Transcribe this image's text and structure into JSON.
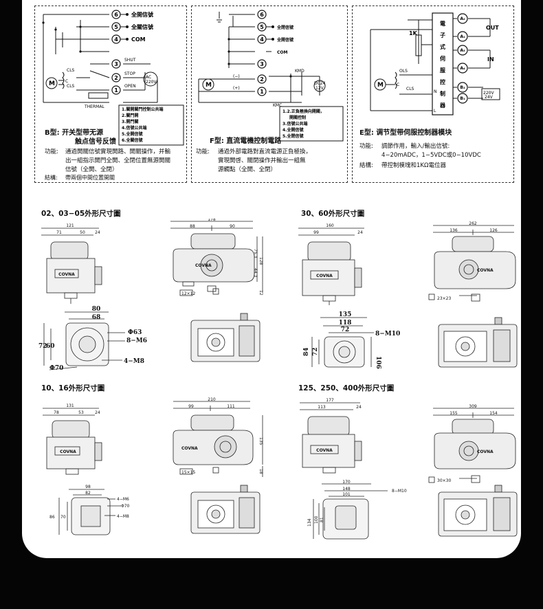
{
  "wiring": {
    "b_type": {
      "terminals": [
        "6",
        "5",
        "4",
        "3",
        "2",
        "1"
      ],
      "terminal_labels": [
        "全開信號",
        "全關信號",
        "COM"
      ],
      "switch_labels": [
        "SHUT",
        "STOP",
        "OPEN"
      ],
      "cls": "CLS",
      "motor": "M",
      "cap": "C",
      "thermal": "THERMAL",
      "ac": "AC",
      "ac_v": "220V",
      "legend": [
        "1.關開關門控制公共端",
        "2.關門開",
        "3.開門關",
        "4.信號公共端",
        "5.全開信號",
        "6.全關信號"
      ],
      "title_line1": "B型:  开关型带无源",
      "title_line2": "触点信号反馈",
      "func_label": "功能:",
      "func_lines": [
        "通過開關信號實現開路、開關操作，并輸",
        "出一組指示開門全開、全閉位置無源開關",
        "信號（全開、全閉）"
      ],
      "struct_label": "結構:",
      "struct_text": "帶兩個中間位置開關"
    },
    "f_type": {
      "terminals": [
        "6",
        "5",
        "4",
        "3",
        "2",
        "1"
      ],
      "terminal_labels": [
        "全閉信號",
        "全開信號",
        "COM"
      ],
      "kmd": "KMD",
      "kmc": "KMC",
      "motor": "M",
      "dc": "DC24",
      "dc_v": "12V",
      "minus": "(−)",
      "plus": "(+)",
      "legend": [
        "1.2.正負極換向開關，",
        "開關控制",
        "3.信號公共端",
        "4.全開信號",
        "5.全閉信號"
      ],
      "title": "F型:  直流電機控制電路",
      "func_label": "功能:",
      "func_lines": [
        "通過外部電路對直流電源正負極換，",
        "實現開啓、關閉操作并輸出一組無",
        "源觸點（全開、全閉）"
      ]
    },
    "e_type": {
      "terminals": [
        "A₂",
        "A₁",
        "A₃",
        "A₄",
        "B₂",
        "B₁"
      ],
      "out": "OUT",
      "in": "IN",
      "k1": "1K",
      "module_chars": [
        "電",
        "子",
        "式",
        "伺",
        "服",
        "控",
        "制",
        "器"
      ],
      "n": "N",
      "l": "L",
      "ols": "OLS",
      "cls": "CLS",
      "motor": "M",
      "cap": "C",
      "ac_v": "220V",
      "ac_v2": "24V",
      "title": "E型:  调节型带伺服控制器模块",
      "func_label": "功能:",
      "func_lines": [
        "調節作用，輸入/輸出信號:",
        "4−20mADC，1−5VDC或0−10VDC"
      ],
      "struct_label": "結構:",
      "struct_text": "帶控制模塊和1KΩ電位器"
    }
  },
  "dims": {
    "s1": {
      "title": "02、03−05外形尺寸圖",
      "front": [
        "121",
        "71",
        "50",
        "24"
      ],
      "top_dims": [
        "178",
        "88",
        "90"
      ],
      "side_dims": [
        "75.3",
        "44.3",
        "128",
        "12"
      ],
      "square": "12×12",
      "flange": [
        "80",
        "68",
        "72",
        "60",
        "Φ63",
        "8−M6",
        "4−M8",
        "Φ70"
      ]
    },
    "s2": {
      "title": "30、60外形尺寸圖",
      "front": [
        "160",
        "99",
        "24"
      ],
      "top_dims": [
        "262",
        "136",
        "126"
      ],
      "square": "23×23",
      "flange": [
        "135",
        "118",
        "72",
        "8−M10",
        "84",
        "72",
        "106"
      ]
    },
    "s3": {
      "title": "10、16外形尺寸圖",
      "front": [
        "131",
        "78",
        "53",
        "24"
      ],
      "top_dims": [
        "210",
        "99",
        "111"
      ],
      "side_dims": [
        "135",
        "18"
      ],
      "square": "15×15",
      "flange": [
        "98",
        "82",
        "4−M6",
        "Φ70",
        "4−M8",
        "86",
        "70"
      ]
    },
    "s4": {
      "title": "125、250、400外形尺寸圖",
      "front": [
        "177",
        "113",
        "24"
      ],
      "top_dims": [
        "309",
        "155",
        "154"
      ],
      "square": "30×30",
      "flange": [
        "170",
        "148",
        "101",
        "8−M10",
        "134",
        "100",
        "81"
      ]
    },
    "brand": "COVNA"
  }
}
